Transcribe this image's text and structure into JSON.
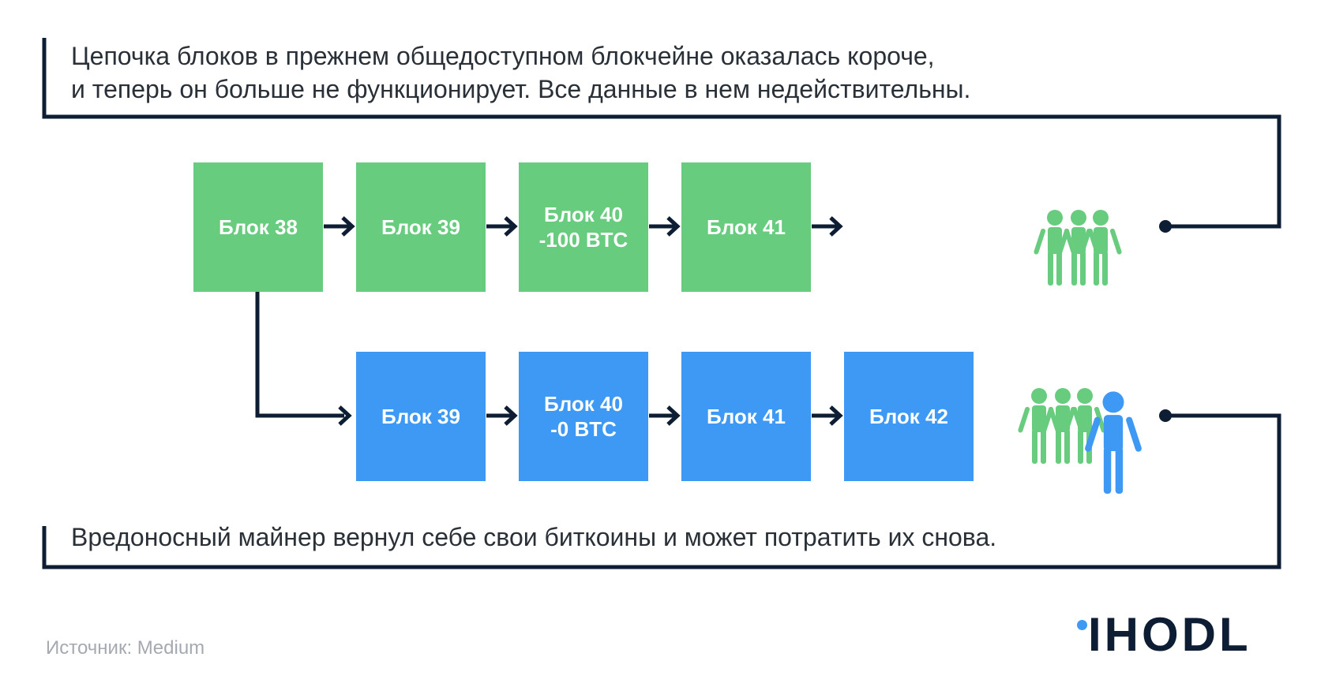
{
  "top_caption": "Цепочка блоков в прежнем общедоступном блокчейне оказалась короче,\nи теперь он больше не функционирует. Все данные в нем недействительны.",
  "bottom_caption": "Вредоносный майнер вернул себе свои биткоины и может потратить их снова.",
  "public_chain": [
    {
      "label": "Блок 38"
    },
    {
      "label": "Блок 39"
    },
    {
      "label": "Блок 40\n-100 BTC"
    },
    {
      "label": "Блок 41"
    }
  ],
  "malicious_chain": [
    {
      "label": "Блок 39"
    },
    {
      "label": "Блок 40\n-0 BTC"
    },
    {
      "label": "Блок 41"
    },
    {
      "label": "Блок 42"
    }
  ],
  "icons": {
    "honest_group": "group-of-three-people-icon",
    "malicious_group": "group-with-miner-icon"
  },
  "source": "Источник: Medium",
  "logo": "IHODL",
  "colors": {
    "public_block": "#67cc7e",
    "malicious_block": "#3e99f5",
    "line": "#0d1d33",
    "text": "#2a3037",
    "source_text": "#a4aab0"
  }
}
